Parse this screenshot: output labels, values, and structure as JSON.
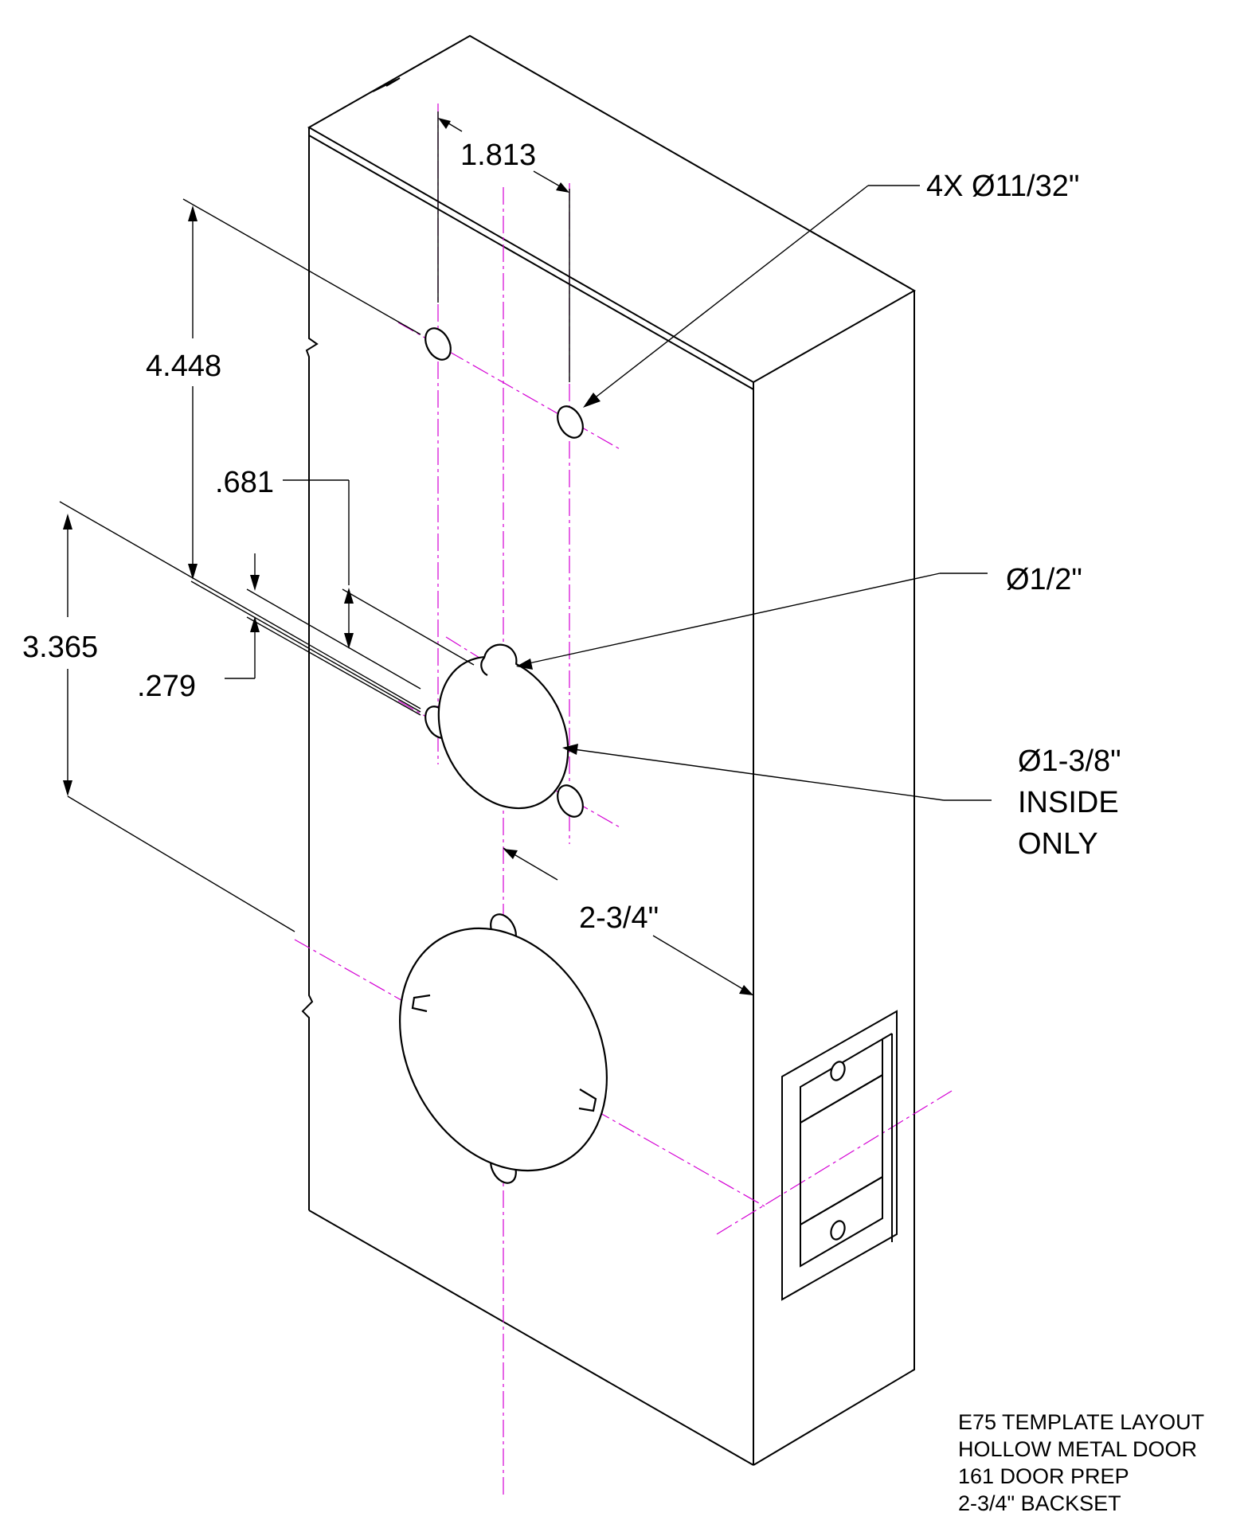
{
  "dimensions": {
    "top_spacing": "1.813",
    "vertical_hole_span": "4.448",
    "offset_681": ".681",
    "offset_279": ".279",
    "hole_span_lower": "3.365",
    "backset": "2-3/4\""
  },
  "callouts": {
    "small_holes": "4X Ø11/32\"",
    "notch_hole": "Ø1/2\"",
    "bore_line1": "Ø1-3/8\"",
    "bore_line2": "INSIDE",
    "bore_line3": "ONLY"
  },
  "title_block": {
    "line1": "E75 TEMPLATE LAYOUT",
    "line2": "HOLLOW METAL DOOR",
    "line3": "161 DOOR PREP",
    "line4": "2-3/4\" BACKSET"
  },
  "colors": {
    "outline": "#000000",
    "centerline": "#d400d4"
  }
}
